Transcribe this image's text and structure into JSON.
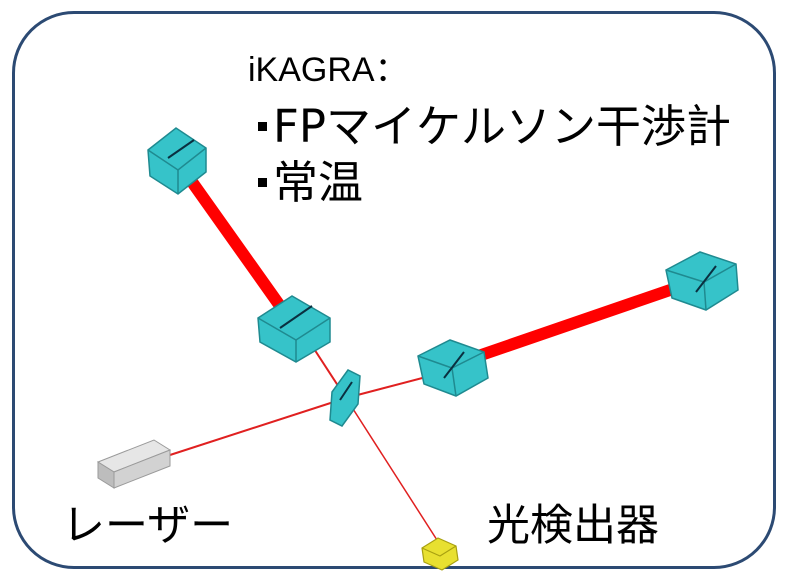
{
  "title": "iKAGRA：",
  "features": [
    "FPマイケルソン干渉計",
    "常温"
  ],
  "labels": {
    "laser": "レーザー",
    "detector": "光検出器"
  },
  "colors": {
    "frame_border": "#2c4a73",
    "mirror_fill": "#36c3c9",
    "mirror_dark": "#1f9aa0",
    "arm_beam": "#ff0000",
    "thin_beam": "#e02020",
    "laser_box": "#d8d8d8",
    "detector": "#e8e030"
  }
}
